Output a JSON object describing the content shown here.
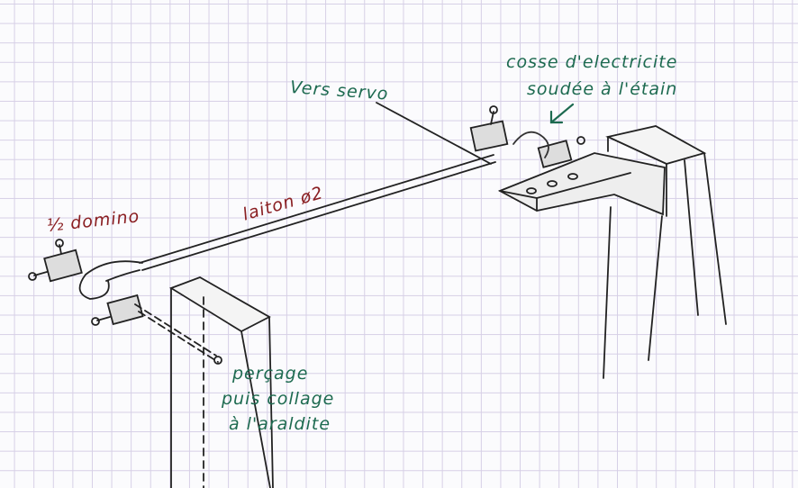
{
  "labels": {
    "cosse_line1": "cosse d'electricite",
    "cosse_line2": "soudée à l'étain",
    "vers_servo": "Vers servo",
    "laiton": "laiton ø2",
    "domino": "½ domino",
    "percage_line1": "perçage",
    "percage_line2": "puis collage",
    "percage_line3": "à l'araldite"
  },
  "colors": {
    "green_ink": "#1d6a50",
    "red_ink": "#8a1f22",
    "pencil": "#222222",
    "grid": "#d6cfe6"
  }
}
